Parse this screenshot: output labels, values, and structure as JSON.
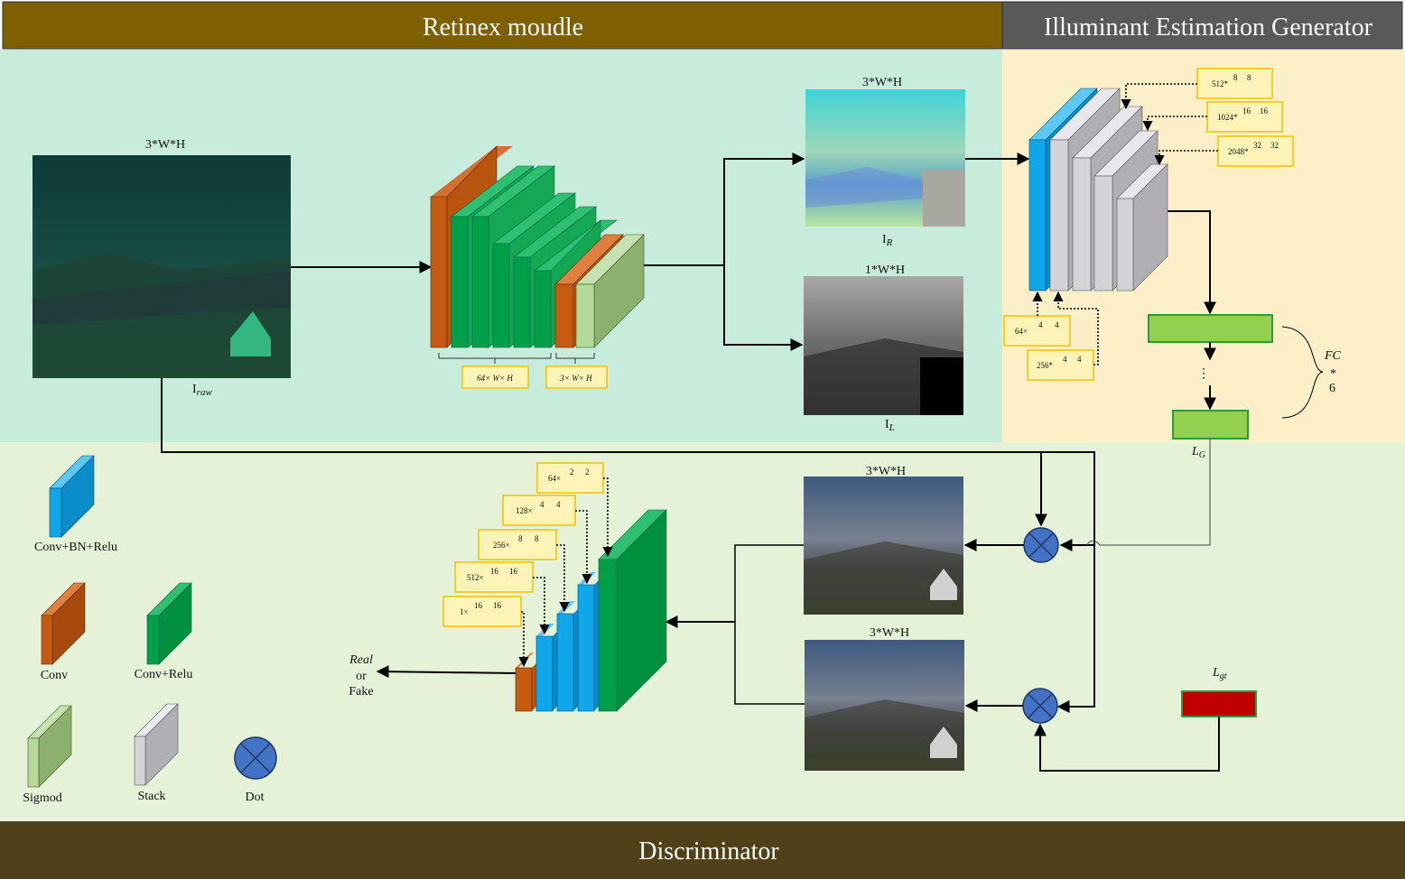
{
  "headers": {
    "retinex": "Retinex moudle",
    "illuminant": "Illuminant Estimation Generator",
    "discriminator": "Discriminator"
  },
  "retinex": {
    "input_dim": "3*W*H",
    "input_name_main": "I",
    "input_name_sub": "raw",
    "encoder_dims_1": "64× W× H",
    "encoder_dims_2": "3× W× H",
    "reflect_dim": "3*W*H",
    "reflect_name_main": "I",
    "reflect_name_sub": "R",
    "illum_dim": "1*W*H",
    "illum_name_main": "I",
    "illum_name_sub": "L"
  },
  "generator": {
    "skip_top": [
      {
        "c": "512",
        "wd": "8",
        "hd": "8"
      },
      {
        "c": "1024",
        "wd": "16",
        "hd": "16"
      },
      {
        "c": "2048",
        "wd": "32",
        "hd": "32"
      }
    ],
    "skip_bottom": [
      {
        "c": "64",
        "wd": "4",
        "hd": "4"
      },
      {
        "c": "256",
        "wd": "4",
        "hd": "4"
      }
    ],
    "fc_label": "FC",
    "fc_times": "*",
    "fc_count": "6",
    "dots": "⋮",
    "lg_main": "L",
    "lg_sub": "G"
  },
  "discriminator": {
    "out1_dim": "3*W*H",
    "out2_dim": "3*W*H",
    "lgt_main": "L",
    "lgt_sub": "gt",
    "feature_boxes": [
      {
        "c": "64",
        "wd": "2",
        "hd": "2"
      },
      {
        "c": "128",
        "wd": "4",
        "hd": "4"
      },
      {
        "c": "256",
        "wd": "8",
        "hd": "8"
      },
      {
        "c": "512",
        "wd": "16",
        "hd": "16"
      },
      {
        "c": "1",
        "wd": "16",
        "hd": "16"
      }
    ],
    "output_real": "Real",
    "output_or": "or",
    "output_fake": "Fake"
  },
  "legend": {
    "conv_bn_relu": "Conv+BN+Relu",
    "conv": "Conv",
    "conv_relu": "Conv+Relu",
    "sigmoid": "Sigmod",
    "stack": "Stack",
    "dot": "Dot"
  },
  "colors": {
    "retinex_header": "#7f6000",
    "illuminant_header": "#595959",
    "discriminator_header": "#514118",
    "retinex_bg": "#c8ecdc",
    "generator_bg": "#fdefc8",
    "discriminator_bg": "#e6f2d8",
    "conv_bn_relu": "#0fa7ea",
    "conv": "#c55a11",
    "conv_relu": "#00a04a",
    "sigmoid": "#8cb06e",
    "stack": "#c8c8cc",
    "dot": "#4472c4",
    "fc": "#92d050",
    "lgt": "#c00000",
    "box_border": "#f5c000"
  }
}
